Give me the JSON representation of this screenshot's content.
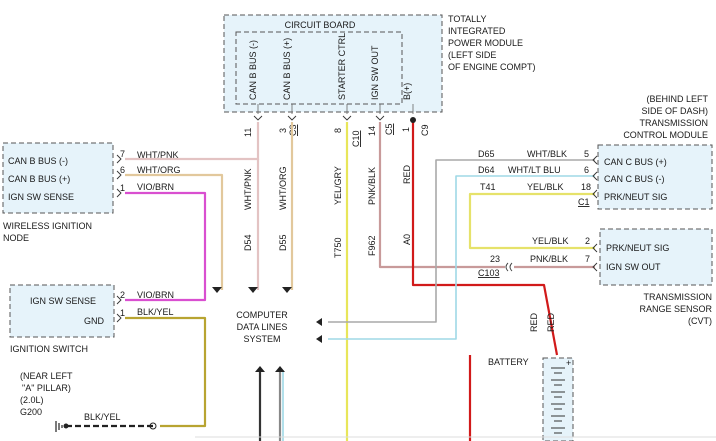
{
  "colors": {
    "wht_pnk": "#e3c3c3",
    "wht_org": "#e2c89c",
    "vio_brn": "#d94fd0",
    "yel_gry": "#e8e65a",
    "pnk_blk": "#c89a9a",
    "red": "#d11a1a",
    "can_c_plus": "#a9a9a9",
    "can_c_minus": "#9fd9e6",
    "yel_blk": "#e6e26a",
    "blk_yel": "#b8a431"
  },
  "circuit_board": {
    "title": "CIRCUIT BOARD",
    "pins": [
      {
        "label": "CAN B BUS (-)",
        "number": "11",
        "connector": ""
      },
      {
        "label": "CAN B BUS (+)",
        "number": "3",
        "connector": "C3"
      },
      {
        "label": "STARTER CTRL",
        "number": "8",
        "connector": "C10"
      },
      {
        "label": "IGN SW OUT",
        "number": "14",
        "connector": "C5"
      },
      {
        "label": "B(+)",
        "number": "1",
        "connector": "C9"
      }
    ]
  },
  "tipm": {
    "lines": [
      "TOTALLY",
      "INTEGRATED",
      "POWER MODULE",
      "(LEFT SIDE",
      "OF ENGINE COMPT)"
    ]
  },
  "wireless_ignition_node": {
    "title": [
      "WIRELESS IGNITION",
      "NODE"
    ],
    "pins": [
      {
        "label": "CAN B BUS (-)",
        "number": "7",
        "wire": "WHT/PNK"
      },
      {
        "label": "CAN B BUS (+)",
        "number": "6",
        "wire": "WHT/ORG"
      },
      {
        "label": "IGN SW SENSE",
        "number": "1",
        "wire": "VIO/BRN"
      }
    ]
  },
  "ignition_switch": {
    "title": "IGNITION SWITCH",
    "pins": [
      {
        "label": "IGN SW SENSE",
        "number": "2",
        "wire": "VIO/BRN"
      },
      {
        "label": "GND",
        "number": "1",
        "wire": "BLK/YEL"
      }
    ]
  },
  "tcm": {
    "location": [
      "(BEHIND LEFT",
      "SIDE OF DASH)"
    ],
    "title": [
      "TRANSMISSION",
      "CONTROL MODULE"
    ],
    "connector": "C1",
    "pins": [
      {
        "label": "CAN C BUS (+)",
        "number": "5",
        "wire": "WHT/BLK",
        "circuit": "D65"
      },
      {
        "label": "CAN C BUS (-)",
        "number": "6",
        "wire": "WHT/LT BLU",
        "circuit": "D64"
      },
      {
        "label": "PRK/NEUT SIG",
        "number": "18",
        "wire": "YEL/BLK",
        "circuit": "T41"
      }
    ]
  },
  "trs": {
    "title": [
      "TRANSMISSION",
      "RANGE SENSOR",
      "(CVT)"
    ],
    "pins": [
      {
        "label": "PRK/NEUT SIG",
        "number": "2",
        "wire": "YEL/BLK"
      },
      {
        "label": "IGN SW OUT",
        "number": "7",
        "wire": "PNK/BLK"
      }
    ]
  },
  "c103": {
    "label": "C103",
    "number": "23"
  },
  "computer_data_lines": {
    "lines": [
      "COMPUTER",
      "DATA LINES",
      "SYSTEM"
    ]
  },
  "vertical_wires": {
    "wht_pnk": {
      "color_label": "WHT/PNK",
      "circuit": "D54"
    },
    "wht_org": {
      "color_label": "WHT/ORG",
      "circuit": "D55"
    },
    "yel_gry": {
      "color_label": "YEL/GRY",
      "circuit": "T750"
    },
    "pnk_blk": {
      "color_label": "PNK/BLK",
      "circuit": "F962"
    },
    "red": {
      "color_label": "RED",
      "circuit": "A0"
    }
  },
  "battery": {
    "label": "BATTERY",
    "wire_labels": [
      "RED",
      "RED"
    ]
  },
  "ground": {
    "lines": [
      "(NEAR LEFT",
      "\"A\" PILLAR)",
      "(2.0L)",
      "G200"
    ],
    "wire": "BLK/YEL"
  }
}
